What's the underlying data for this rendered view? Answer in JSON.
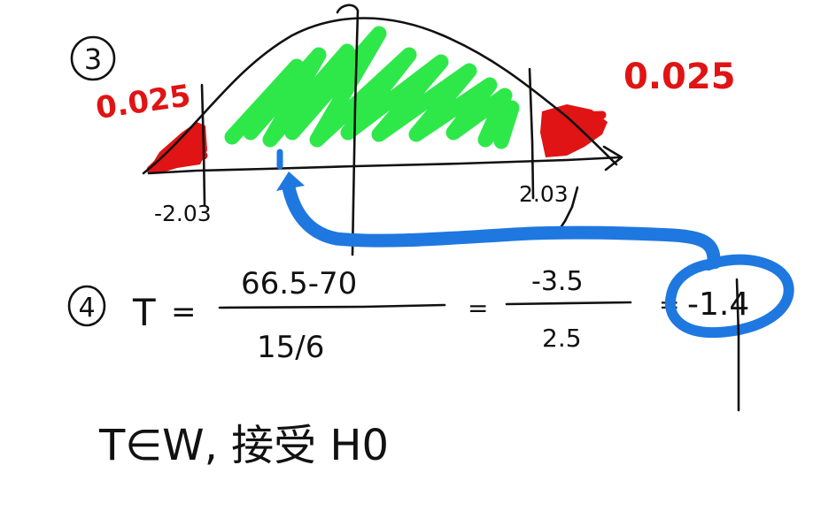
{
  "step3": {
    "number": "3",
    "left_tail_area": "0.025",
    "right_tail_area": "0.025",
    "left_critical_value": "-2.03",
    "right_critical_value": "2.03",
    "colors": {
      "acceptance_region": "#2ee84a",
      "rejection_region": "#e01414",
      "arrow": "#1e78e0",
      "ink": "#111111"
    }
  },
  "step4": {
    "number": "4",
    "statistic_symbol": "T",
    "equals": "=",
    "numerator": "66.5-70",
    "denominator": "15/6",
    "simplified_numerator": "-3.5",
    "simplified_denominator": "2.5",
    "result": "-1.4"
  },
  "conclusion": {
    "text": "T∈W, 接受 H0"
  }
}
